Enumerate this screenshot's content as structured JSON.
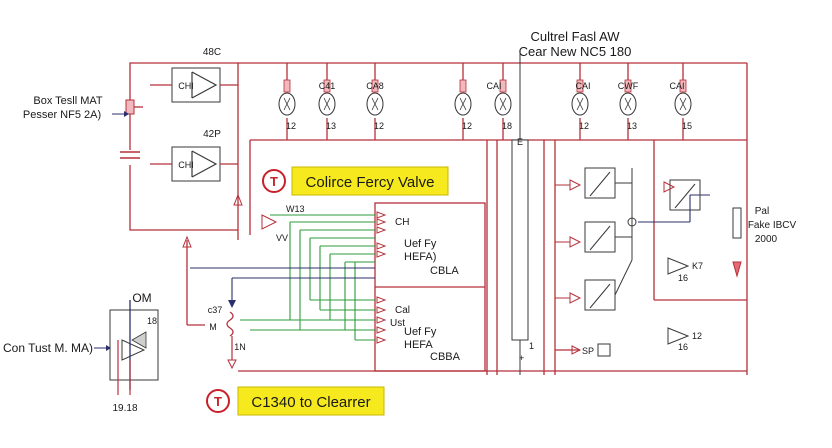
{
  "top_labels": {
    "title_line1": "Cultrel Fasl AW",
    "title_line2": "Cear New NC5 180"
  },
  "left_labels": {
    "box_test_line1": "Box Tesll MAT",
    "box_test_line2": "Pesser NF5 2A)",
    "con_test": "Con Tust M. MA)",
    "om": "OM",
    "val_18": "18",
    "val_1918": "19.18",
    "c37": "c37",
    "m": "M",
    "u": "1N"
  },
  "opamp_labels": {
    "top_ref": "48C",
    "top_chi": "CHI",
    "mid_ref": "42P",
    "mid_chi": "CHI"
  },
  "valves_left": [
    {
      "id": "v1",
      "bottom": "12"
    },
    {
      "id": "v2",
      "top": "C41",
      "bottom": "13"
    },
    {
      "id": "v3",
      "top": "CA8",
      "bottom": "12"
    }
  ],
  "valves_mid": [
    {
      "id": "v4",
      "bottom": "12"
    },
    {
      "id": "v5",
      "top": "CAI",
      "bottom": "18"
    }
  ],
  "valves_right": [
    {
      "id": "v6",
      "top": "CAI",
      "bottom": "12"
    },
    {
      "id": "v7",
      "top": "CWF",
      "bottom": "13"
    },
    {
      "id": "v8",
      "top": "CAI",
      "bottom": "15"
    }
  ],
  "callouts": {
    "valve_badge": "T",
    "valve_text": "Colirce Fercy Valve",
    "clear_badge": "T",
    "clear_text": "C1340 to Clearrer"
  },
  "center_block": {
    "w13": "W13",
    "vv": "VV",
    "ch1": "CH",
    "uef1": "Uef Fy",
    "hefa1": "HEFA)",
    "cbla": "CBLA",
    "cal": "Cal",
    "ust": "Ust",
    "uef2": "Uef Fy",
    "hefa2": "HEFA",
    "cbba": "CBBA"
  },
  "bus": {
    "e": "E",
    "one": "1",
    "plus": "+"
  },
  "right_block": {
    "sp": "SP",
    "k7": "K7",
    "r16": "16",
    "r12": "12",
    "r16b": "16",
    "pal": "Pal",
    "fake": "Fake IBCV",
    "num": "2000"
  },
  "colors": {
    "wire_red": "#b5303a",
    "wire_green": "#2e9b3a",
    "wire_navy": "#2b2f6b",
    "callout_fill": "#f6ea1e",
    "badge_red": "#c8202a"
  }
}
